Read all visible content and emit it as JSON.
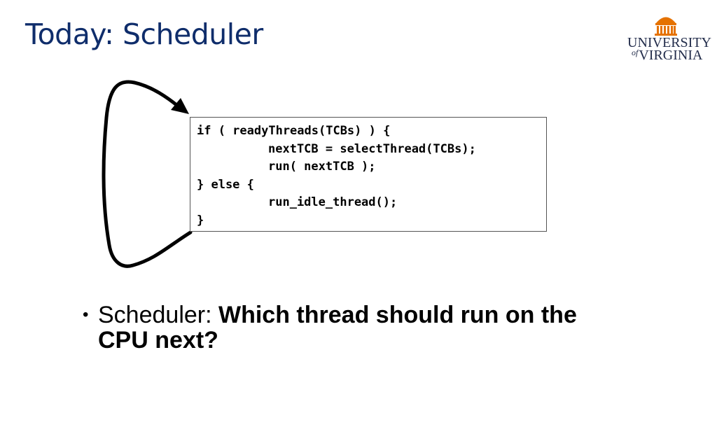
{
  "slide": {
    "title": "Today: Scheduler"
  },
  "logo": {
    "line1": "UNIVERSITY",
    "line2_of": "of",
    "line2": "VIRGINIA",
    "mark_icon": "rotunda-icon",
    "mark_color": "#E57200"
  },
  "code": {
    "lines": [
      "if ( readyThreads(TCBs) ) {",
      "nextTCB = selectThread(TCBs);",
      "run( nextTCB );",
      "} else {",
      "run_idle_thread();",
      "}"
    ]
  },
  "bullet": {
    "prefix": "Scheduler: ",
    "emphasis": "Which thread should run on the CPU next?"
  },
  "colors": {
    "title": "#0F2D6B",
    "logo_text": "#232D4B",
    "logo_mark": "#E57200",
    "text": "#000000"
  }
}
